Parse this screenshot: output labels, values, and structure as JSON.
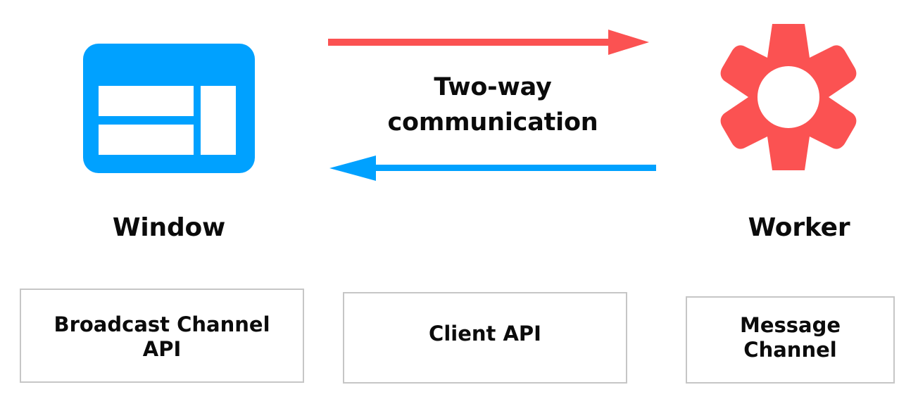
{
  "diagram": {
    "title": "Two-way communication between Window and Worker",
    "colors": {
      "window_blue": "#00A1FF",
      "worker_red": "#FB5252",
      "text_black": "#0b0b0b",
      "box_border_gray": "#c6c6c6",
      "background": "#ffffff"
    },
    "nodes": [
      {
        "id": "window",
        "label": "Window",
        "icon": "browser-window-icon",
        "color": "#00A1FF"
      },
      {
        "id": "worker",
        "label": "Worker",
        "icon": "gear-icon",
        "color": "#FB5252"
      }
    ],
    "connection": {
      "caption_line_1": "Two-way",
      "caption_line_2": "communication",
      "arrows": [
        {
          "id": "window-to-worker",
          "direction": "right",
          "color": "#FB5252",
          "from": "window",
          "to": "worker"
        },
        {
          "id": "worker-to-window",
          "direction": "left",
          "color": "#00A1FF",
          "from": "worker",
          "to": "window"
        }
      ]
    },
    "api_boxes": [
      {
        "id": "broadcast-channel-api",
        "label": "Broadcast Channel\nAPI"
      },
      {
        "id": "client-api",
        "label": "Client API"
      },
      {
        "id": "message-channel",
        "label": "Message\nChannel"
      }
    ]
  }
}
